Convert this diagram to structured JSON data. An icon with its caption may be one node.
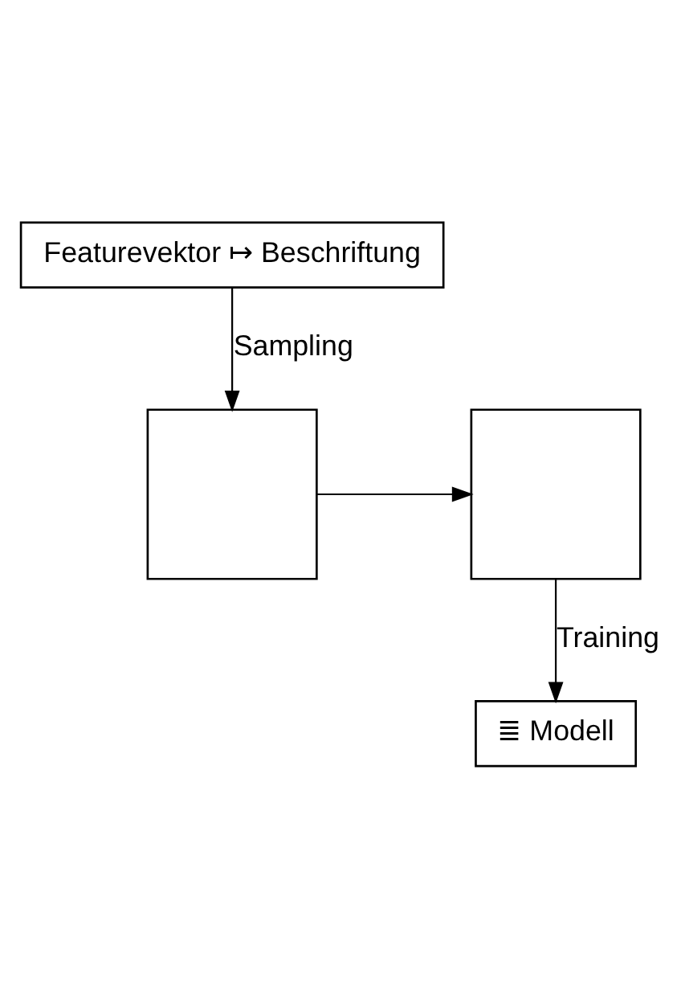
{
  "diagram": {
    "nodes": [
      {
        "text": [
          "Featurevektor ↦ Beschriftung"
        ]
      },
      {
        "text": [],
        "shape": "box"
      },
      {
        "text": [],
        "shape": "box"
      },
      {
        "text": [
          "≣ Modell"
        ]
      }
    ],
    "edges": [
      {
        "from": 0,
        "to": 1,
        "arrow": "to",
        "label": "Sampling"
      },
      {
        "from": 1,
        "to": 2,
        "arrow": "to"
      },
      {
        "from": 2,
        "to": 3,
        "arrow": "to",
        "label": "Training"
      }
    ]
  }
}
